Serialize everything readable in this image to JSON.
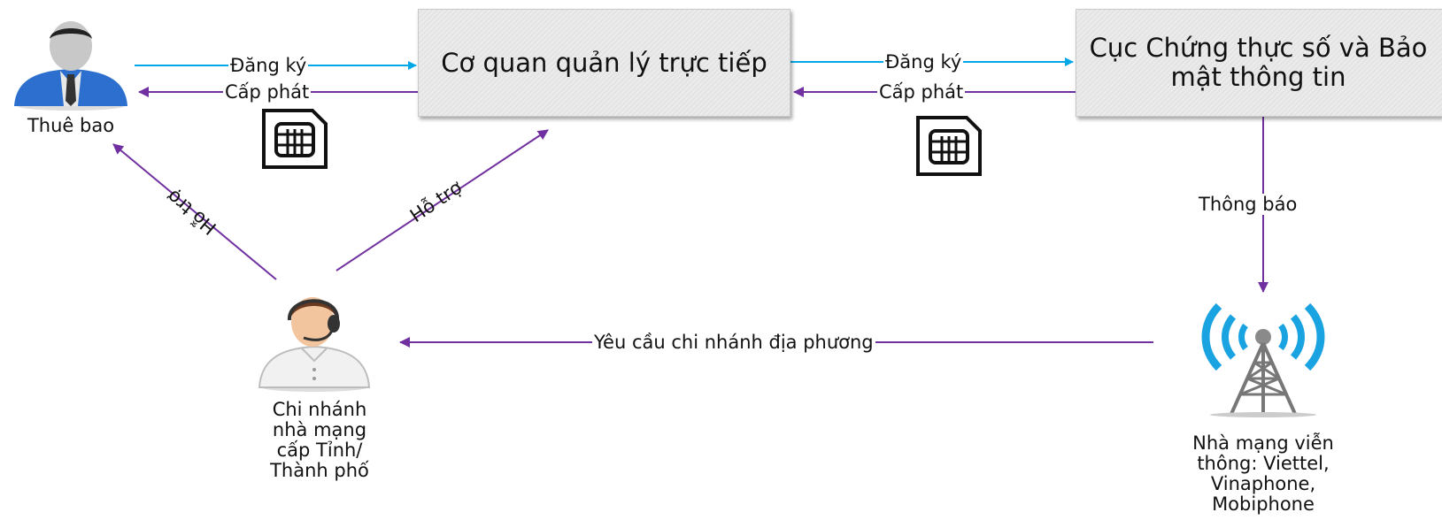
{
  "boxes": {
    "agency": "Cơ quan quản lý trực tiếp",
    "authority": "Cục Chứng thực số và Bảo mật thông tin"
  },
  "actors": {
    "subscriber": "Thuê bao",
    "branch": "Chi nhánh nhà mạng cấp Tỉnh/ Thành phố",
    "carrier": "Nhà mạng viễn thông: Viettel, Vinaphone, Mobiphone"
  },
  "edges": {
    "register_1": "Đăng ký",
    "issue_1": "Cấp phát",
    "register_2": "Đăng ký",
    "issue_2": "Cấp phát",
    "support_subscriber": "Hỗ trợ",
    "support_agency": "Hỗ trợ",
    "notify": "Thông báo",
    "request_branch": "Yêu cầu chi nhánh địa phương"
  },
  "colors": {
    "blue_arrow": "#00a8e8",
    "purple_arrow": "#7030a0"
  },
  "icons": [
    "person-icon",
    "sim-card-icon",
    "support-agent-icon",
    "cell-tower-icon"
  ]
}
